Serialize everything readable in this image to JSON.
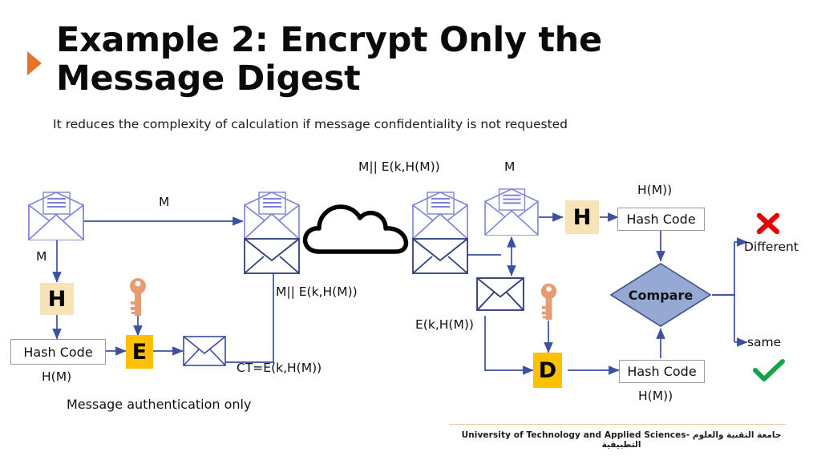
{
  "slide": {
    "title": "Example 2: Encrypt Only the Message Digest",
    "subtitle": "It reduces the complexity of calculation if message confidentiality is not requested",
    "bullet_icon": "orange-triangle-bullet",
    "footer": "University of Technology and Applied Sciences- جامعة التقنية والعلوم التطبيقية"
  },
  "colors": {
    "hash_box_fill": "#f7e3b5",
    "encrypt_box_fill": "#ffc000",
    "diamond_fill": "#95a9d2",
    "diamond_stroke": "#3a4f86",
    "envelope_stroke": "#7b82d6",
    "envelope_dark_stroke": "#2f3d7e",
    "arrow_color": "#3c4fa0",
    "cloud_stroke": "#000000",
    "cross_red": "#e60000",
    "check_green": "#16a34a",
    "bullet_orange": "#e8722a"
  },
  "sender": {
    "message_envelope_icon": "open-envelope-with-letter-icon",
    "arrow_to_receiver_label": "M",
    "arrow_down_label": "M",
    "hash_function_label": "H",
    "hash_code_box_label": "Hash Code",
    "hash_code_value_label": "H(M)",
    "key_icon": "key-icon",
    "encrypt_label": "E",
    "ciphertext_envelope_icon": "closed-envelope-icon",
    "ciphertext_label": "CT=E(k,H(M))",
    "combined_label": "M|| E(k,H(M))",
    "caption": "Message authentication only"
  },
  "channel": {
    "transmitted_label": "M|| E(k,H(M))",
    "cloud_icon": "cloud-icon",
    "sender_bundle_icon": "stacked-envelopes-icon",
    "receiver_bundle_icon": "stacked-envelopes-icon"
  },
  "receiver": {
    "message_label": "M",
    "message_envelope_icon": "open-envelope-with-letter-icon",
    "digest_envelope_icon": "closed-envelope-icon",
    "digest_label": "E(k,H(M))",
    "hash_function_label": "H",
    "computed_hash_title": "H(M))",
    "computed_hash_box_label": "Hash Code",
    "key_icon": "key-icon",
    "decrypt_label": "D",
    "decrypted_hash_box_label": "Hash Code",
    "decrypted_hash_title": "H(M))",
    "compare_label": "Compare",
    "different_label": "Different",
    "different_line1": "Differen",
    "different_line2": "t",
    "same_label": "same",
    "cross_icon": "red-cross-icon",
    "check_icon": "green-check-icon"
  }
}
